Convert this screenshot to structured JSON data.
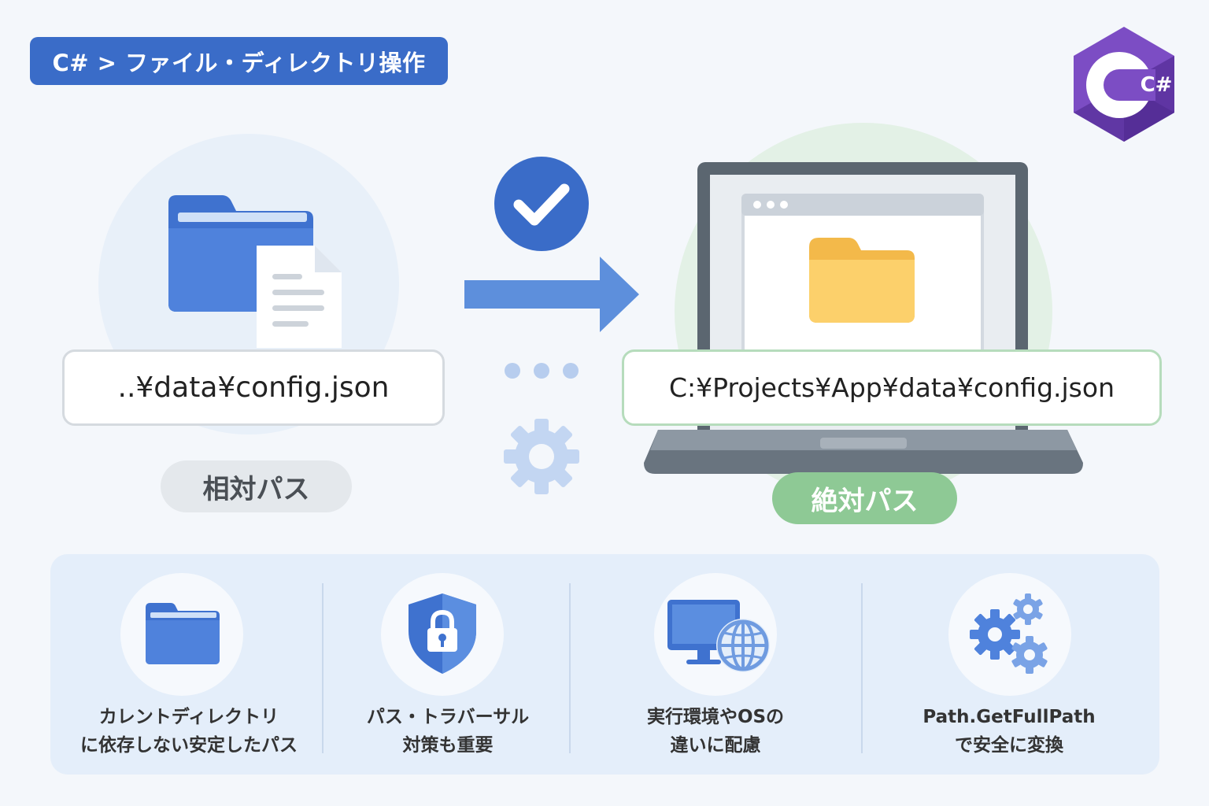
{
  "header": {
    "breadcrumb": "C# > ファイル・ディレクトリ操作",
    "logo_text": "C#"
  },
  "relative": {
    "path": "..¥data¥config.json",
    "label": "相対パス"
  },
  "absolute": {
    "path": "C:¥Projects¥App¥data¥config.json",
    "label": "絶対パス"
  },
  "features": [
    {
      "icon": "folder-icon",
      "line1": "カレントディレクトリ",
      "line2": "に依存しない安定したパス"
    },
    {
      "icon": "shield-lock-icon",
      "line1": "パス・トラバーサル",
      "line2": "対策も重要"
    },
    {
      "icon": "monitor-globe-icon",
      "line1": "実行環境やOSの",
      "line2": "違いに配慮"
    },
    {
      "icon": "gears-icon",
      "line1": "Path.GetFullPath",
      "line2": "で安全に変換"
    }
  ],
  "colors": {
    "primary_blue": "#3a6cc8",
    "accent_green": "#8ec995",
    "folder_yellow": "#fcd06b",
    "csharp_purple": "#6a3fb0"
  }
}
